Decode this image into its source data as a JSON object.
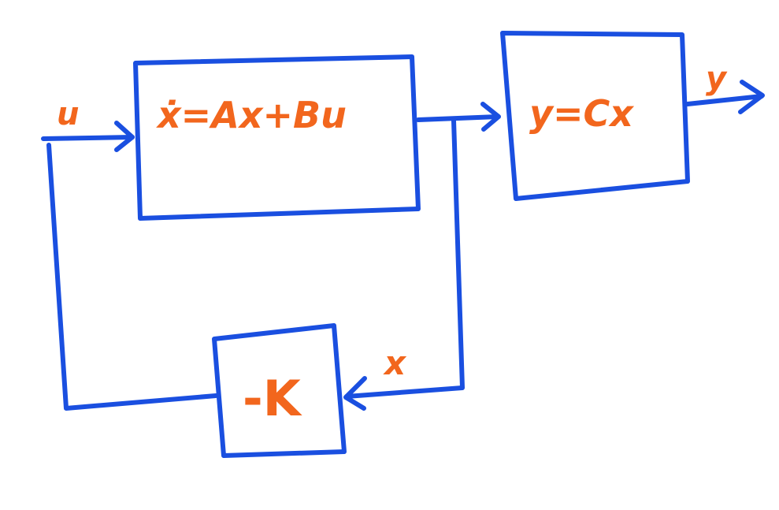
{
  "blocks": {
    "state_equation": "ẋ=Ax+Bu",
    "output_equation": "y=Cx",
    "gain": "-K"
  },
  "signals": {
    "input": "u",
    "output": "y",
    "state": "x"
  },
  "colors": {
    "line": "#1a4fe0",
    "text": "#f2661d",
    "background": "#ffffff"
  }
}
